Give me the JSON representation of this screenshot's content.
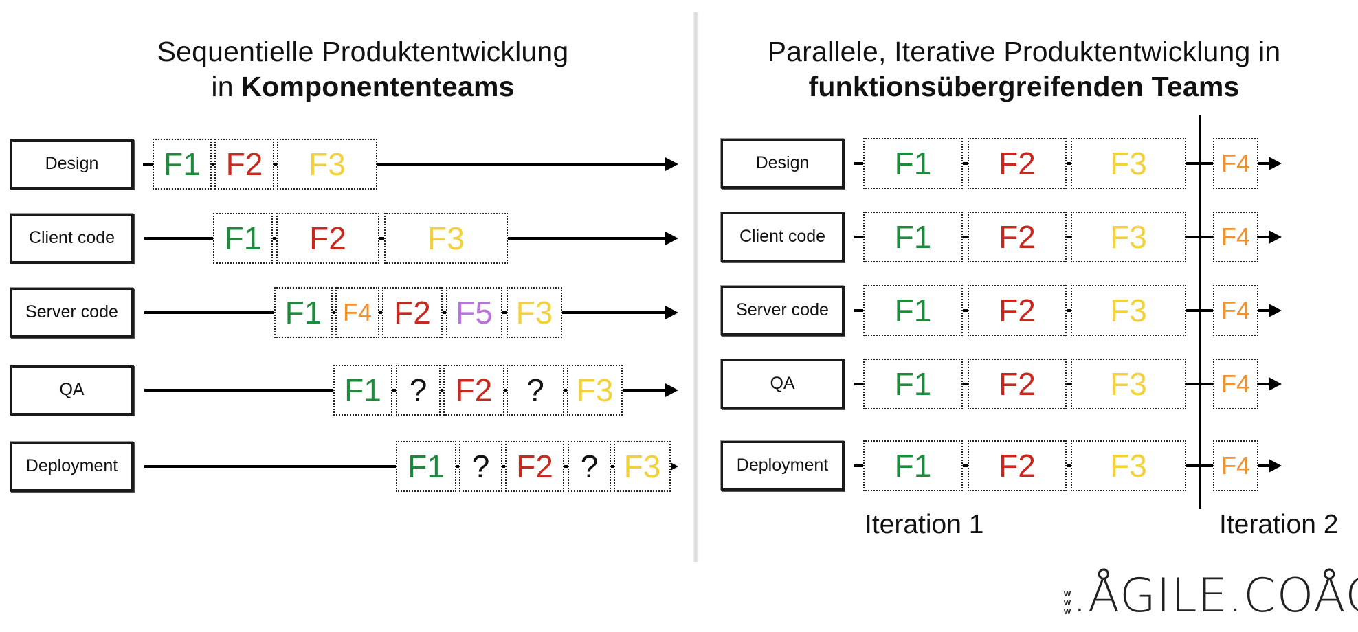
{
  "colors": {
    "F1": "#1e8a3c",
    "F2": "#c9281f",
    "F3": "#f3d13b",
    "F4": "#f0912f",
    "F5": "#b873e0",
    "?": "#111111"
  },
  "left": {
    "title_line1": "Sequentielle Produktentwicklung",
    "title_line2_prefix": "in ",
    "title_line2_bold": "Komponententeams",
    "rows": [
      {
        "label": "Design",
        "items": [
          "F1",
          "F2",
          "F3"
        ]
      },
      {
        "label": "Client code",
        "items": [
          "F1",
          "F2",
          "F3"
        ]
      },
      {
        "label": "Server code",
        "items": [
          "F1",
          "F4",
          "F2",
          "F5",
          "F3"
        ]
      },
      {
        "label": "QA",
        "items": [
          "F1",
          "?",
          "F2",
          "?",
          "F3"
        ]
      },
      {
        "label": "Deployment",
        "items": [
          "F1",
          "?",
          "F2",
          "?",
          "F3"
        ]
      }
    ]
  },
  "right": {
    "title_line1": "Parallele, Iterative Produktentwicklung in",
    "title_line2_bold": "funktionsübergreifenden Teams",
    "rows": [
      {
        "label": "Design",
        "items": [
          "F1",
          "F2",
          "F3",
          "F4"
        ]
      },
      {
        "label": "Client code",
        "items": [
          "F1",
          "F2",
          "F3",
          "F4"
        ]
      },
      {
        "label": "Server code",
        "items": [
          "F1",
          "F2",
          "F3",
          "F4"
        ]
      },
      {
        "label": "QA",
        "items": [
          "F1",
          "F2",
          "F3",
          "F4"
        ]
      },
      {
        "label": "Deployment",
        "items": [
          "F1",
          "F2",
          "F3",
          "F4"
        ]
      }
    ],
    "iteration_labels": [
      "Iteration 1",
      "Iteration 2"
    ]
  },
  "logo": {
    "prefix": [
      "w",
      "w",
      "w"
    ],
    "text": ".ÅGILE.COÅCH"
  }
}
